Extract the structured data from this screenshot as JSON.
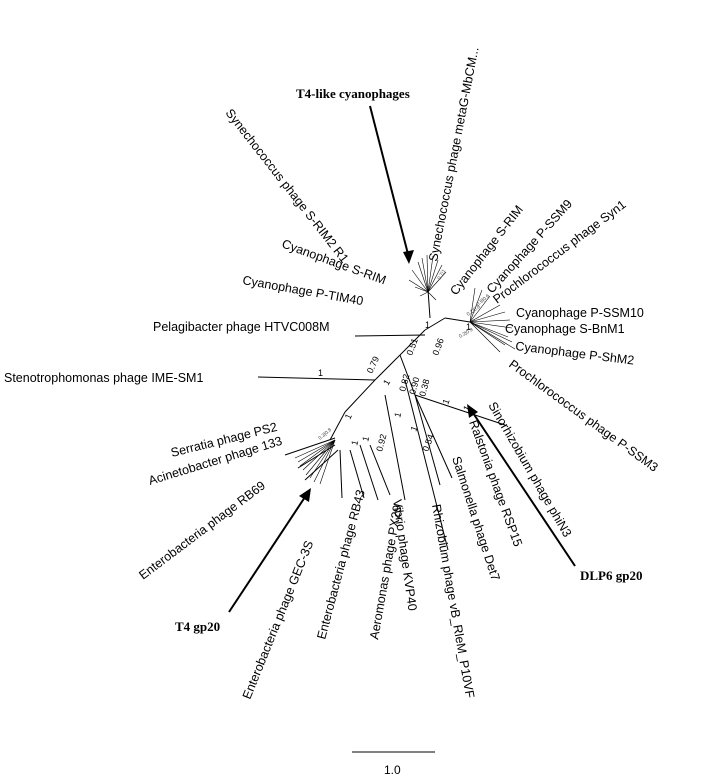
{
  "tree": {
    "taxa": {
      "metag": "Synechococcus phage metaG-MbCM...",
      "srim2": "Synechococcus phage S-RIM2 R1",
      "srim_a": "Cyanophage S-RIM",
      "srim_b": "Cyanophage S-RIM",
      "ptim40": "Cyanophage P-TIM40",
      "pssm9": "Cyanophage P-SSM9",
      "syn1": "Prochlorococcus phage Syn1",
      "pssm10": "Cyanophage P-SSM10",
      "sbnm1": "Cyanophage S-BnM1",
      "pshm2": "Cyanophage P-ShM2",
      "pssm3": "Prochlorococcus phage P-SSM3",
      "htvc": "Pelagibacter phage HTVC008M",
      "imesm1": "Stenotrophomonas phage IME-SM1",
      "phin3": "Sinorhizobium phage phiN3",
      "rsp15": "Ralstonia phage RSP15",
      "det7": "Salmonella phage Det7",
      "p10vf": "Rhizobium phage vB_RleM_P10VF",
      "kvp40": "Vibrio phage KVP40",
      "px29": "Aeromonas phage PX29",
      "rb43": "Enterobacteria phage RB43",
      "gec3s": "Enterobacteria phage GEC-3S",
      "rb69": "Enterobacteria phage RB69",
      "ab133": "Acinetobacter phage 133",
      "ps2": "Serratia phage PS2"
    },
    "support": {
      "ime": "1",
      "n079": "0.79",
      "n1a": "1",
      "n1b": "1",
      "n051": "0.51",
      "n096": "0.96",
      "n082": "0.82",
      "n090": "0.90",
      "n038": "0.38",
      "n1c": "1",
      "n1d": "1",
      "n054": "0.54",
      "n1e": "1",
      "n1f": "1",
      "n092": "0.92",
      "n1g": "1",
      "n1h": "1",
      "n1i": "1",
      "n1j": "1"
    },
    "annotations": {
      "t4like": "T4-like cyanophages",
      "t4gp20": "T4 gp20",
      "dlp6": "DLP6 gp20"
    },
    "scale_label": "1.0"
  }
}
